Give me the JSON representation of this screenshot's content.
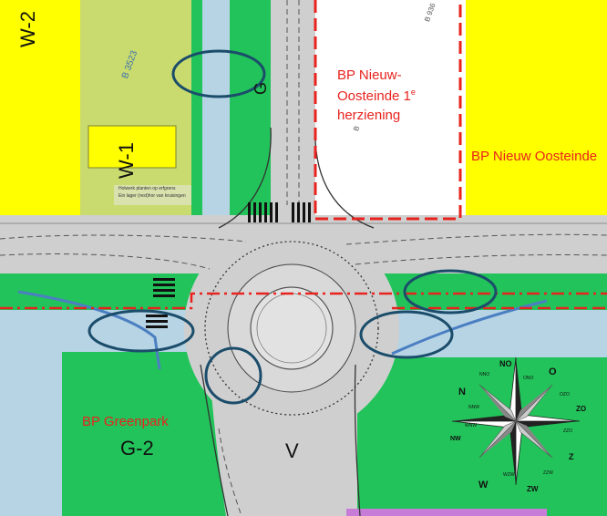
{
  "map": {
    "colors": {
      "yellow_zone": "#ffff00",
      "green_zone": "#22c35a",
      "olive_zone": "#c9db6e",
      "water": "#b7d4e5",
      "road": "#cfcfcf",
      "plan_boundary": "#e8231e",
      "highlight_circle": "#1b4d6b"
    },
    "zones": {
      "w2": "W-2",
      "w1": "W-1",
      "g2": "G-2",
      "v": "V",
      "g": "G"
    },
    "plans": {
      "nieuw_oosteinde_1e_line1": "BP Nieuw-",
      "nieuw_oosteinde_1e_line2": "Oosteinde 1",
      "nieuw_oosteinde_1e_sup": "e",
      "nieuw_oosteinde_1e_line3": "herziening",
      "nieuw_oosteinde": "BP Nieuw Oosteinde",
      "greenpark": "BP Greenpark"
    },
    "parcels": {
      "b3523": "B 3523",
      "b936": "B 936",
      "b": "B"
    },
    "annotation": {
      "line1": "Holwerk planten op erfgrens",
      "line2": "Ein lager (rest)hor van kruisingen"
    },
    "compass": {
      "n": "N",
      "o": "O",
      "w": "W",
      "z": "Z",
      "no": "NO",
      "zo": "ZO",
      "zw": "ZW",
      "nw": "NW",
      "nno": "NNO",
      "ono": "ONO",
      "oz": "OZO",
      "zzo": "ZZO",
      "zzw": "ZZW",
      "wzw": "WZW",
      "wnw": "WNW",
      "nnw": "NNW"
    }
  }
}
